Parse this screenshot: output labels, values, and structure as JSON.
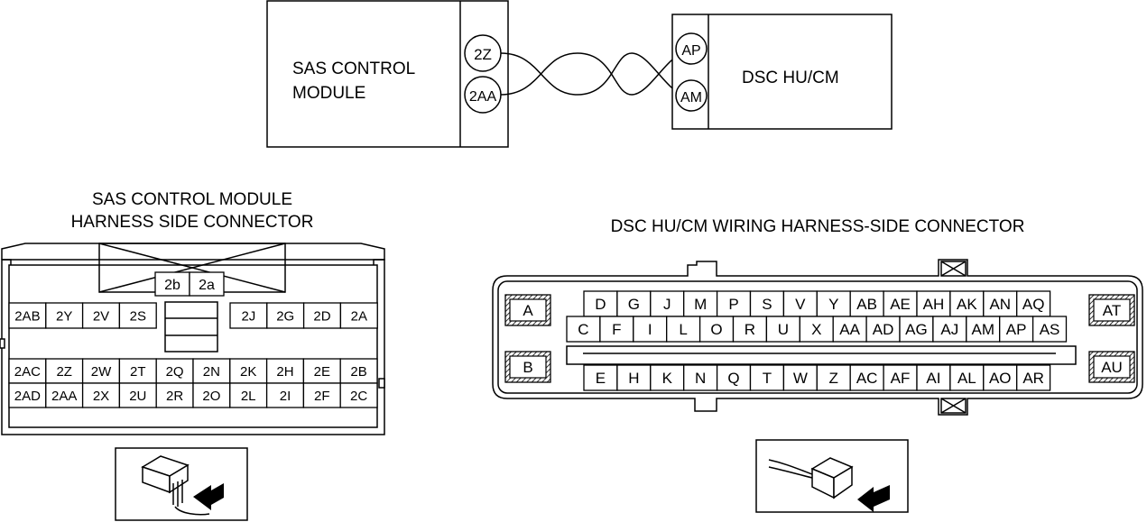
{
  "wiring": {
    "sas_module_label": [
      "SAS CONTROL",
      "MODULE"
    ],
    "sas_terminals": [
      "2Z",
      "2AA"
    ],
    "dsc_terminals": [
      "AP",
      "AM"
    ],
    "dsc_module_label": "DSC HU/CM"
  },
  "sas_connector": {
    "title": [
      "SAS CONTROL MODULE",
      "HARNESS SIDE CONNECTOR"
    ],
    "top_pins": [
      "2b",
      "2a"
    ],
    "row1_left": [
      "2AB",
      "2Y",
      "2V",
      "2S"
    ],
    "row1_right": [
      "2J",
      "2G",
      "2D",
      "2A"
    ],
    "row2": [
      "2AC",
      "2Z",
      "2W",
      "2T",
      "2Q",
      "2N",
      "2K",
      "2H",
      "2E",
      "2B"
    ],
    "row3": [
      "2AD",
      "2AA",
      "2X",
      "2U",
      "2R",
      "2O",
      "2L",
      "2I",
      "2F",
      "2C"
    ]
  },
  "dsc_connector": {
    "title": "DSC HU/CM WIRING HARNESS-SIDE CONNECTOR",
    "row1": [
      "D",
      "G",
      "J",
      "M",
      "P",
      "S",
      "V",
      "Y",
      "AB",
      "AE",
      "AH",
      "AK",
      "AN",
      "AQ"
    ],
    "row2": [
      "C",
      "F",
      "I",
      "L",
      "O",
      "R",
      "U",
      "X",
      "AA",
      "AD",
      "AG",
      "AJ",
      "AM",
      "AP",
      "AS"
    ],
    "row3": [
      "E",
      "H",
      "K",
      "N",
      "Q",
      "T",
      "W",
      "Z",
      "AC",
      "AF",
      "AI",
      "AL",
      "AO",
      "AR"
    ],
    "side_pins_left": [
      "A",
      "B"
    ],
    "side_pins_right": [
      "AT",
      "AU"
    ]
  }
}
